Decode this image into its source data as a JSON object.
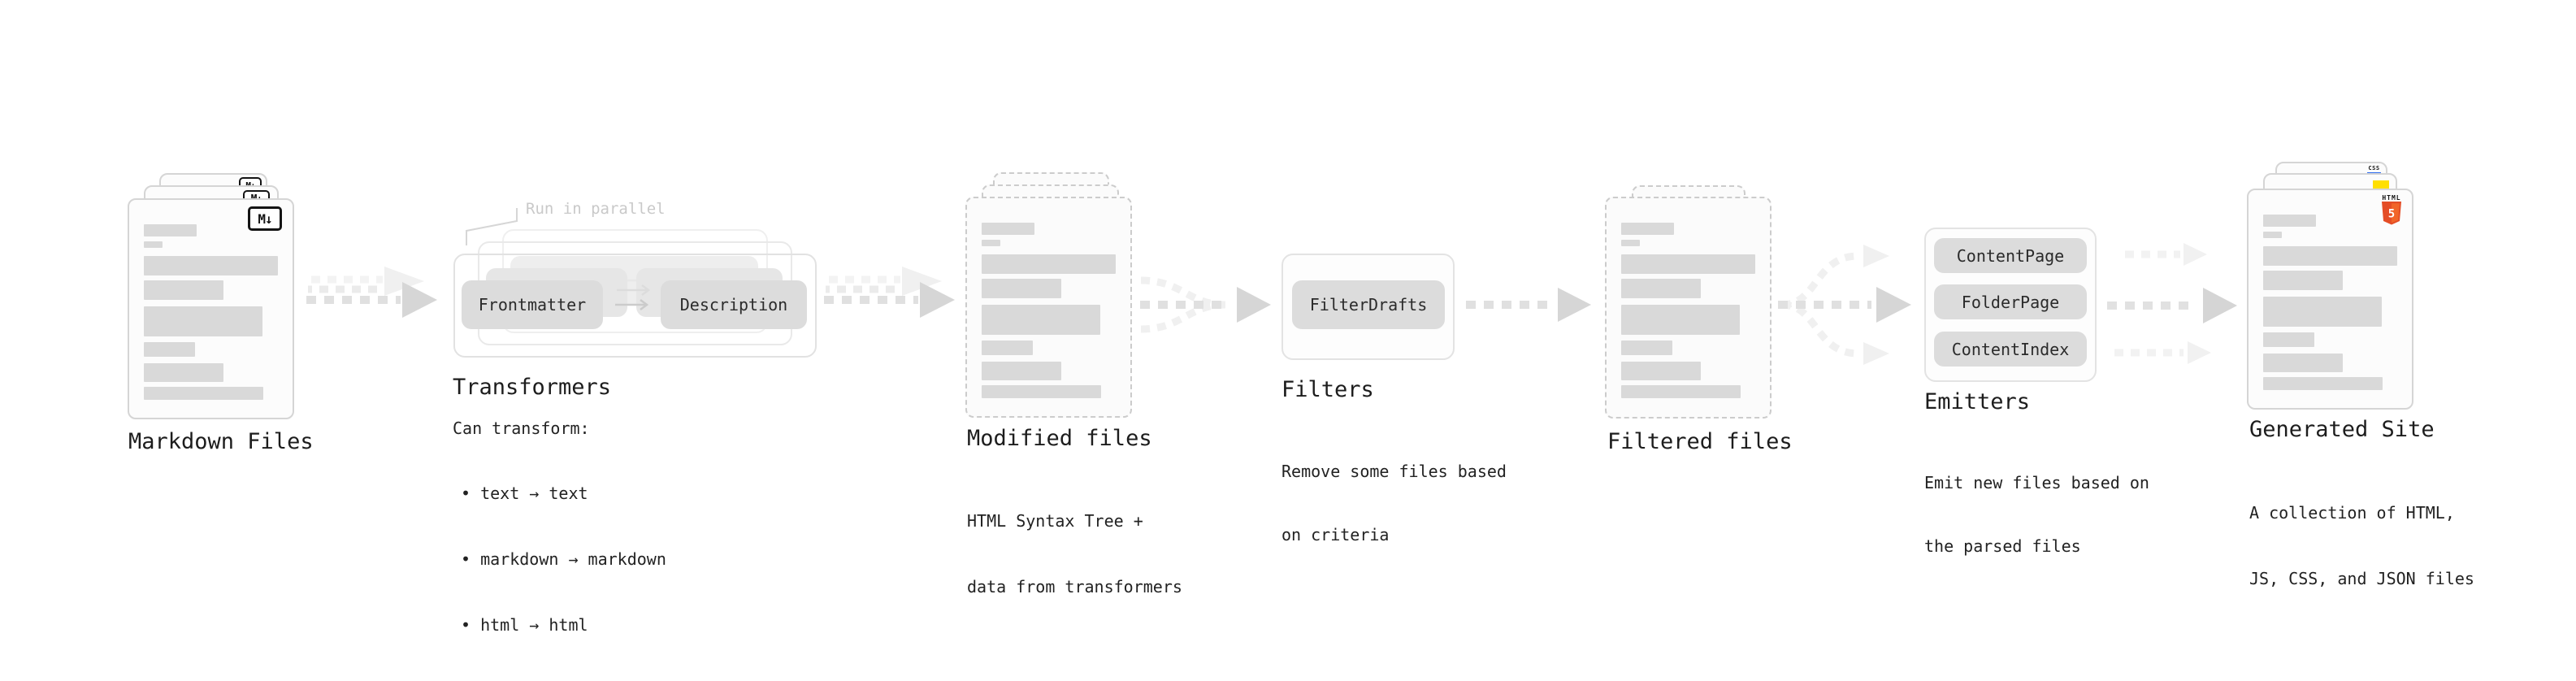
{
  "stages": {
    "markdown_files": {
      "label": "Markdown Files",
      "file_type_badge": "M↓"
    },
    "transformers": {
      "label": "Transformers",
      "parallel_note": "Run in parallel",
      "input_pill": "Frontmatter",
      "output_pill": "Description",
      "caption_title": "Can transform:",
      "caption_bullets": [
        "text → text",
        "markdown → markdown",
        "html → html"
      ]
    },
    "modified_files": {
      "label": "Modified files",
      "caption_lines": [
        "HTML Syntax Tree +",
        "data from transformers"
      ]
    },
    "filters": {
      "label": "Filters",
      "pill": "FilterDrafts",
      "caption_lines": [
        "Remove some files based",
        "on criteria"
      ]
    },
    "filtered_files": {
      "label": "Filtered files"
    },
    "emitters": {
      "label": "Emitters",
      "pills": [
        "ContentPage",
        "FolderPage",
        "ContentIndex"
      ],
      "caption_lines": [
        "Emit new files based on",
        "the parsed files"
      ]
    },
    "generated_site": {
      "label": "Generated Site",
      "caption_lines": [
        "A collection of HTML,",
        "JS, CSS, and JSON files"
      ],
      "file_badges": {
        "css": "CSS",
        "html": "HTML",
        "html_version": "5"
      }
    }
  },
  "colors": {
    "html5_orange": "#e44d26",
    "html5_orange_light": "#f16529",
    "js_yellow": "#ffdf00",
    "css_blue": "#2d6cf0",
    "pill_gray": "#dcdcdc",
    "label_text": "#1d1d1d",
    "muted_note": "#c9c9c9",
    "arrow_gray": "#d6d6d6"
  }
}
